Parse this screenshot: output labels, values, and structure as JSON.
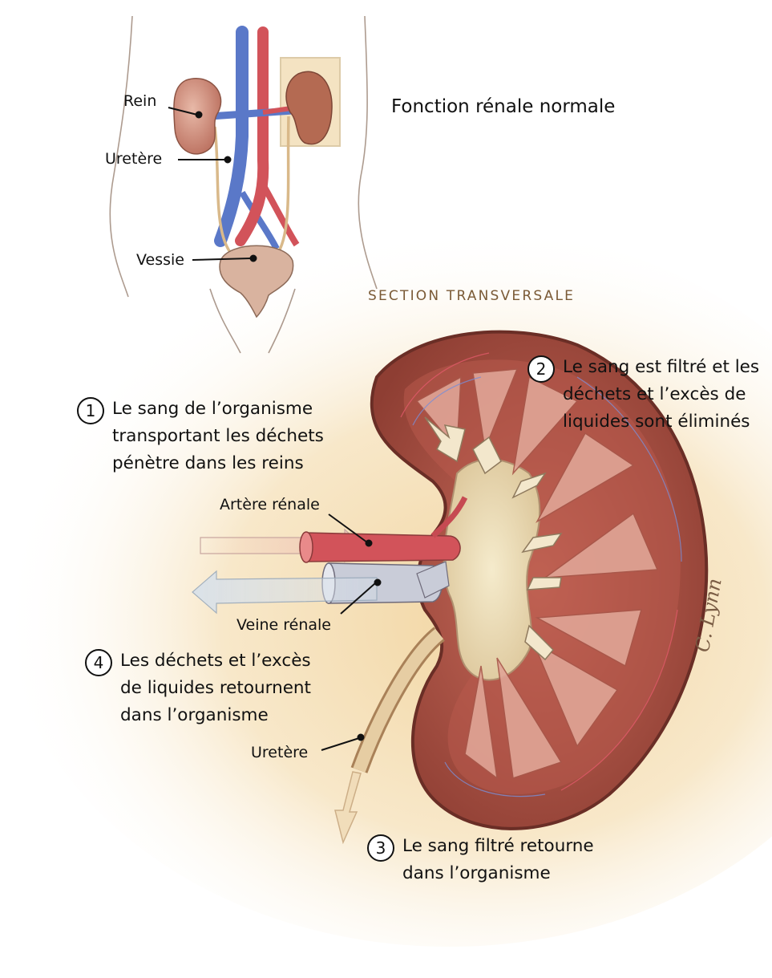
{
  "title": "Fonction rénale normale",
  "section_heading": "SECTION TRANSVERSALE",
  "overview_labels": {
    "kidney": "Rein",
    "ureter": "Uretère",
    "bladder": "Vessie"
  },
  "cross_section_labels": {
    "renal_artery": "Artère rénale",
    "renal_vein": "Veine rénale",
    "ureter": "Uretère"
  },
  "steps": [
    {
      "number": "1",
      "lines": [
        "Le sang de l’organisme",
        "transportant les déchets",
        "pénètre dans les reins"
      ]
    },
    {
      "number": "2",
      "lines": [
        "Le sang est filtré et les",
        "déchets et l’excès de",
        "liquides sont éliminés"
      ]
    },
    {
      "number": "3",
      "lines": [
        "Le sang filtré retourne",
        "dans l’organisme"
      ]
    },
    {
      "number": "4",
      "lines": [
        "Les déchets et l’excès",
        "de liquides retournent",
        "dans l’organisme"
      ]
    }
  ],
  "signature": "C. Lynn",
  "colors": {
    "artery": "#d2535a",
    "vein": "#5a78c8",
    "kidney_tissue": "#b2584a",
    "background_glow": "#f3d9a8",
    "section_heading": "#7a5a36",
    "ureter": "#d9b98a"
  }
}
